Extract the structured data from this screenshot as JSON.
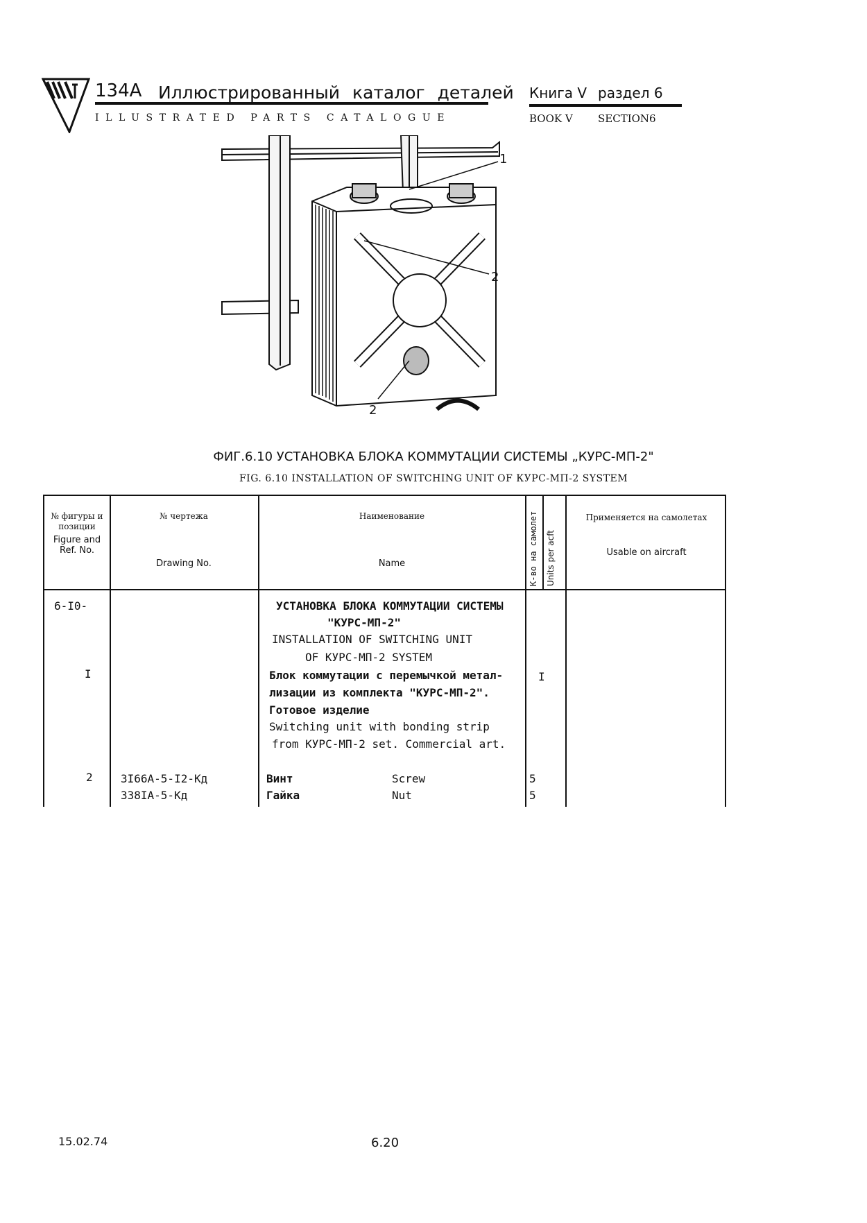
{
  "header": {
    "model": "134А",
    "title_ru": "Иллюстрированный каталог деталей",
    "title_en": "ILLUSTRATED PARTS CATALOGUE",
    "book_ru": "Книга V",
    "section_ru": "раздел 6",
    "book_en": "BOOK V",
    "section_en": "SECTION6"
  },
  "figure": {
    "callouts": [
      "1",
      "2",
      "2"
    ]
  },
  "caption": {
    "ru": "ФИГ.6.10 УСТАНОВКА БЛОКА КОММУТАЦИИ СИСТЕМЫ „КУРС-МП-2\"",
    "en": "FIG. 6.10 INSTALLATION OF SWITCHING UNIT OF КУРС-МП-2 SYSTEM"
  },
  "table": {
    "headers": {
      "fig_ru": "№ фигуры и позиции",
      "fig_en": "Figure and Ref. No.",
      "drawing_ru": "№ чертежа",
      "drawing_en": "Drawing No.",
      "name_ru": "Наименование",
      "name_en": "Name",
      "units_ru": "К-во на самолет",
      "units_en": "Units per acft",
      "usable_ru": "Применяется на самолетах",
      "usable_en": "Usable on aircraft"
    },
    "rows": [
      {
        "fig": "6-I0-",
        "drawing": "",
        "name_lines": [
          "УСТАНОВКА БЛОКА КОММУТАЦИИ СИСТЕМЫ",
          "\"КУРС-МП-2\"",
          "INSTALLATION OF SWITCHING UNIT",
          "OF КУРС-МП-2 SYSTEM"
        ],
        "units": ""
      },
      {
        "fig": "I",
        "drawing": "",
        "name_lines": [
          "Блок коммутации с перемычкой метал-",
          "лизации из комплекта \"КУРС-МП-2\".",
          "Готовое изделие",
          "Switching unit with bonding strip",
          "from КУРС-МП-2 set. Commercial art."
        ],
        "units": "I"
      },
      {
        "fig": "2",
        "drawing": "3I66A-5-I2-Кд",
        "name_ru": "Винт",
        "name_en": "Screw",
        "units": "5"
      },
      {
        "fig": "",
        "drawing": "338IA-5-Кд",
        "name_ru": "Гайка",
        "name_en": "Nut",
        "units": "5"
      }
    ]
  },
  "footer": {
    "date": "15.02.74",
    "page": "6.20"
  }
}
